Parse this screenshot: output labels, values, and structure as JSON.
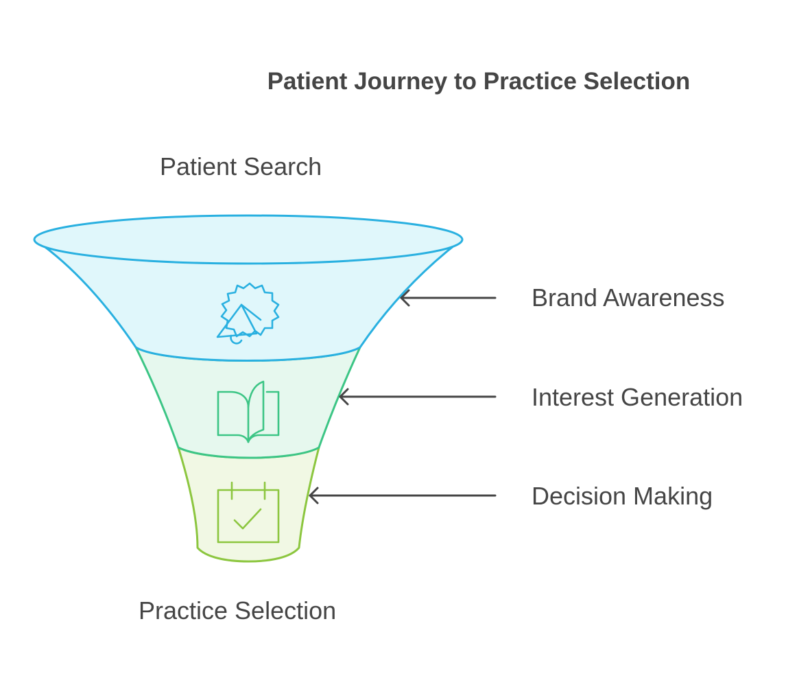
{
  "title": "Patient Journey to Practice Selection",
  "funnel": {
    "top_label": "Patient Search",
    "bottom_label": "Practice Selection",
    "stages": [
      {
        "label": "Brand Awareness",
        "icon": "megaphone-icon",
        "color": "#29b0e0",
        "fill": "#e0f7fb"
      },
      {
        "label": "Interest Generation",
        "icon": "open-book-icon",
        "color": "#3cc585",
        "fill": "#e6f8ee"
      },
      {
        "label": "Decision Making",
        "icon": "calendar-check-icon",
        "color": "#8cc63f",
        "fill": "#f1f8e4"
      }
    ]
  }
}
